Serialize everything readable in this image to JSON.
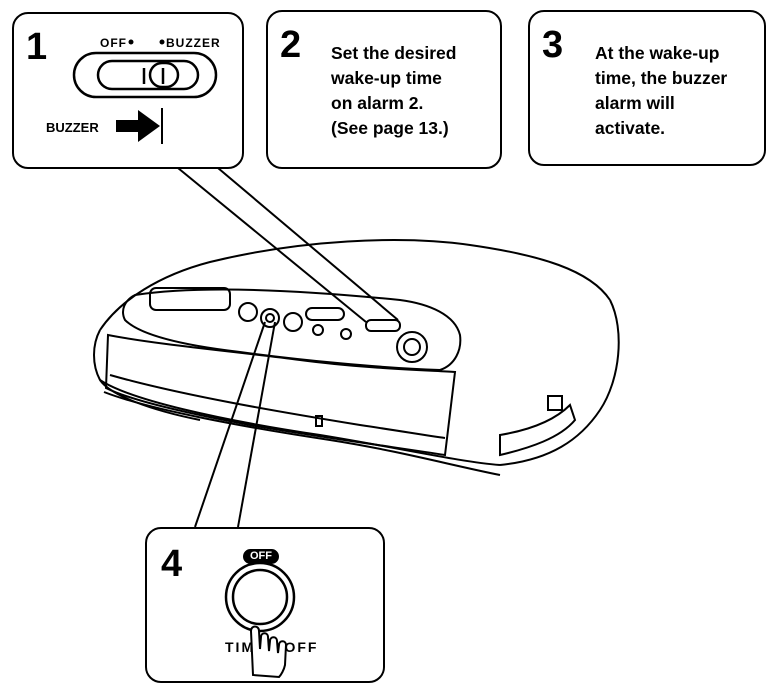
{
  "steps": [
    {
      "number": "1",
      "switch_off": "OFF",
      "switch_on": "BUZZER",
      "arrow_label": "BUZZER"
    },
    {
      "number": "2",
      "lines": [
        "Set the desired",
        "wake-up time",
        "on alarm 2.",
        "(See page 13.)"
      ]
    },
    {
      "number": "3",
      "lines": [
        "At the wake-up",
        "time, the buzzer",
        "alarm will",
        "activate."
      ]
    },
    {
      "number": "4",
      "off_badge": "OFF",
      "button_label": "TIMER OFF"
    }
  ]
}
